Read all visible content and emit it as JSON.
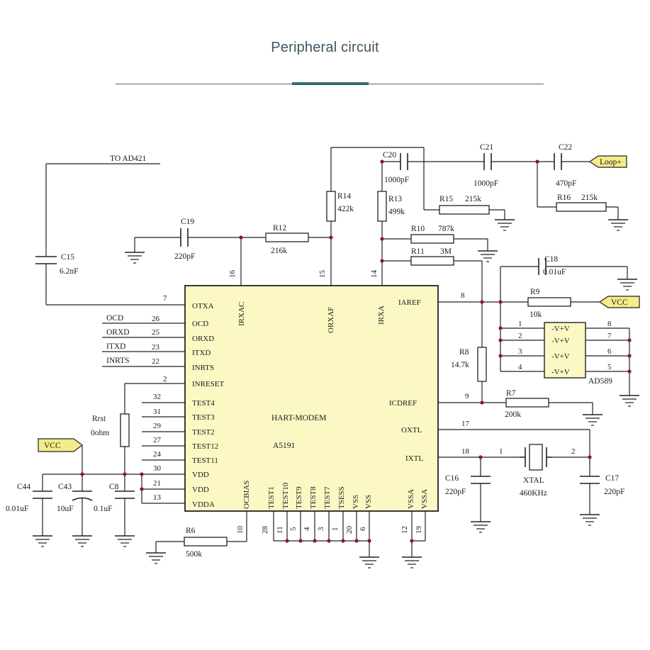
{
  "title": "Peripheral circuit",
  "chip": {
    "name": "HART-MODEM",
    "part": "A5191",
    "pins_left": [
      {
        "name": "OTXA",
        "num": "7"
      },
      {
        "name": "OCD",
        "num": "26"
      },
      {
        "name": "ORXD",
        "num": "25"
      },
      {
        "name": "ITXD",
        "num": "23"
      },
      {
        "name": "INRTS",
        "num": "22"
      },
      {
        "name": "INRESET",
        "num": "2"
      },
      {
        "name": "TEST4",
        "num": "32"
      },
      {
        "name": "TEST3",
        "num": "31"
      },
      {
        "name": "TEST2",
        "num": "29"
      },
      {
        "name": "TEST12",
        "num": "27"
      },
      {
        "name": "TEST11",
        "num": "24"
      },
      {
        "name": "VDD",
        "num": "30"
      },
      {
        "name": "VDD",
        "num": "21"
      },
      {
        "name": "VDDA",
        "num": "13"
      }
    ],
    "pins_top": [
      {
        "name": "IRXAC",
        "num": "16"
      },
      {
        "name": "ORXAF",
        "num": "15"
      },
      {
        "name": "IRXA",
        "num": "14"
      }
    ],
    "pins_right": [
      {
        "name": "IAREF",
        "num": "8"
      },
      {
        "name": "ICDREF",
        "num": "9"
      },
      {
        "name": "OXTL",
        "num": "17"
      },
      {
        "name": "IXTL",
        "num": "18"
      }
    ],
    "pins_bottom": [
      {
        "name": "OCBIAS",
        "num": "10"
      },
      {
        "name": "TEST1",
        "num": "28"
      },
      {
        "name": "TEST10",
        "num": "11"
      },
      {
        "name": "TEST9",
        "num": "5"
      },
      {
        "name": "TEST8",
        "num": "4"
      },
      {
        "name": "TEST7",
        "num": "3"
      },
      {
        "name": "TSESS",
        "num": "1"
      },
      {
        "name": "VSS",
        "num": "20"
      },
      {
        "name": "VSS",
        "num": "6"
      },
      {
        "name": "VSSA",
        "num": "12"
      },
      {
        "name": "VSSA",
        "num": "19"
      }
    ]
  },
  "signals": [
    "OCD",
    "ORXD",
    "ITXD",
    "INRTS"
  ],
  "to_ad421": "TO AD421",
  "ports": {
    "loop": "Loop+",
    "vcc_right": "VCC",
    "vcc_left": "VCC"
  },
  "components": {
    "C15": {
      "ref": "C15",
      "val": "6.2nF"
    },
    "C19": {
      "ref": "C19",
      "val": "220pF"
    },
    "R12": {
      "ref": "R12",
      "val": "216k"
    },
    "R14": {
      "ref": "R14",
      "val": "422k"
    },
    "R13": {
      "ref": "R13",
      "val": "499k"
    },
    "C20": {
      "ref": "C20",
      "val": "1000pF"
    },
    "C21": {
      "ref": "C21",
      "val": "1000pF"
    },
    "C22": {
      "ref": "C22",
      "val": "470pF"
    },
    "R15": {
      "ref": "R15",
      "val": "215k"
    },
    "R16": {
      "ref": "R16",
      "val": "215k"
    },
    "R10": {
      "ref": "R10",
      "val": "787k"
    },
    "R11": {
      "ref": "R11",
      "val": "3M"
    },
    "C18": {
      "ref": "C18",
      "val": "0.01uF"
    },
    "R9": {
      "ref": "R9",
      "val": "10k"
    },
    "R8": {
      "ref": "R8",
      "val": "14.7k"
    },
    "R7": {
      "ref": "R7",
      "val": "200k"
    },
    "Rrst": {
      "ref": "Rrst",
      "val": "0ohm"
    },
    "C16": {
      "ref": "C16",
      "val": "220pF"
    },
    "C17": {
      "ref": "C17",
      "val": "220pF"
    },
    "XTAL": {
      "ref": "XTAL",
      "val": "460KHz",
      "pin1": "1",
      "pin2": "2"
    },
    "C44": {
      "ref": "C44",
      "val": "0.01uF"
    },
    "C43": {
      "ref": "C43",
      "val": "10uF"
    },
    "C8": {
      "ref": "C8",
      "val": "0.1uF"
    },
    "R6": {
      "ref": "R6",
      "val": "500k"
    }
  },
  "ad589": {
    "name": "AD589",
    "rows": [
      {
        "l": "1",
        "label": "-V+V",
        "r": "8"
      },
      {
        "l": "2",
        "label": "-V+V",
        "r": "7"
      },
      {
        "l": "3",
        "label": "-V+V",
        "r": "6"
      },
      {
        "l": "4",
        "label": "-V+V",
        "r": "5"
      }
    ]
  }
}
